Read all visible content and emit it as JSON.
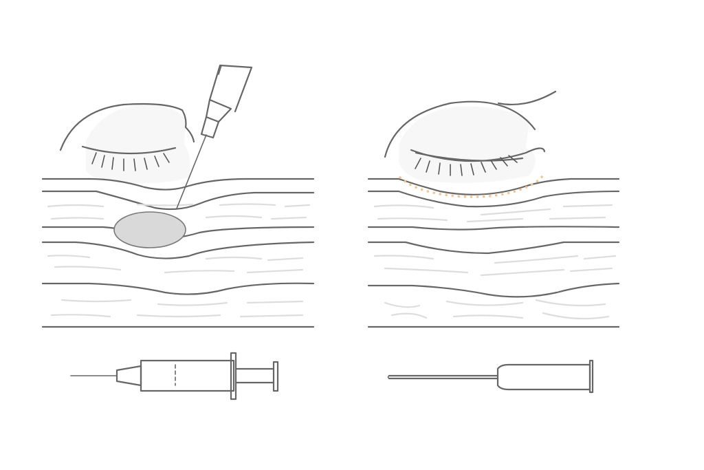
{
  "panels": [
    {
      "id": "left",
      "content": [
        "closed-eye",
        "tissue-layers",
        "injection-needle",
        "injected-filler-deposit",
        "syringe"
      ]
    },
    {
      "id": "right",
      "content": [
        "closed-eye",
        "tissue-layers",
        "treated-area-dotted-outline",
        "cannula"
      ]
    }
  ],
  "colors": {
    "line": "#666666",
    "fiber": "#dddddd",
    "skin": "#f7f7f7",
    "filler": "#d9d9d9",
    "treatment_dots": "#f2c48f"
  }
}
